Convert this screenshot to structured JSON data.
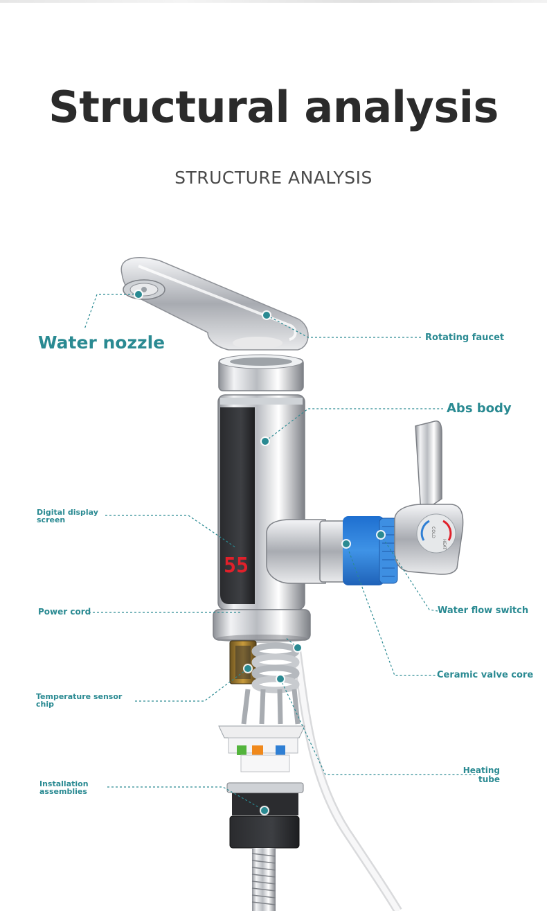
{
  "header": {
    "title": "Structural analysis",
    "subtitle": "STRUCTURE ANALYSIS"
  },
  "colors": {
    "accent": "#2a8a92",
    "title": "#2b2b2b",
    "valve_blue": "#2f7fd4",
    "display_red": "#e0202a"
  },
  "labels": {
    "water_nozzle": "Water nozzle",
    "rotating_faucet": "Rotating faucet",
    "abs_body": "Abs body",
    "digital_display_1": "Digital display",
    "digital_display_2": "screen",
    "power_cord": "Power cord",
    "water_flow_switch": "Water flow switch",
    "ceramic_valve_core": "Ceramic valve core",
    "temp_sensor_1": "Temperature sensor",
    "temp_sensor_2": "chip",
    "installation_1": "Installation",
    "installation_2": "assemblies",
    "heating_tube_1": "Heating",
    "heating_tube_2": "tube"
  },
  "device": {
    "display_reading": "55",
    "handle_text_hot": "HEAT",
    "handle_text_cold": "COLD"
  }
}
